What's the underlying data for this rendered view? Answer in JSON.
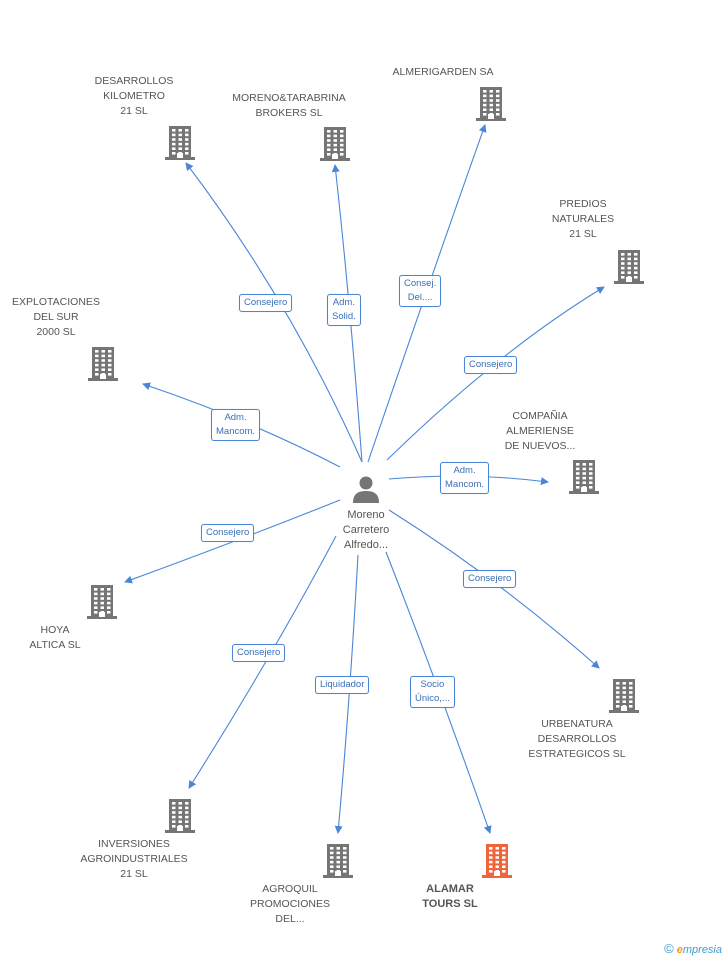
{
  "person": {
    "name": "Moreno\nCarretero\nAlfredo...",
    "icon": "person-icon"
  },
  "companies": [
    {
      "id": "desarrollos-kilometro",
      "label": "DESARROLLOS\nKILOMETRO\n21 SL",
      "highlight": false
    },
    {
      "id": "moreno-tarabrina",
      "label": "MORENO&TARABRINA\nBROKERS SL",
      "highlight": false
    },
    {
      "id": "almerigarden",
      "label": "ALMERIGARDEN SA",
      "highlight": false
    },
    {
      "id": "predios-naturales",
      "label": "PREDIOS\nNATURALES\n21 SL",
      "highlight": false
    },
    {
      "id": "explotaciones-del-sur",
      "label": "EXPLOTACIONES\nDEL SUR\n2000 SL",
      "highlight": false
    },
    {
      "id": "compania-almeriense",
      "label": "COMPAÑIA\nALMERIENSE\nDE NUEVOS...",
      "highlight": false
    },
    {
      "id": "hoya-altica",
      "label": "HOYA\nALTICA SL",
      "highlight": false
    },
    {
      "id": "urbenatura",
      "label": "URBENATURA\nDESARROLLOS\nESTRATEGICOS SL",
      "highlight": false
    },
    {
      "id": "inversiones-agroindustriales",
      "label": "INVERSIONES\nAGROINDUSTRIALES\n21 SL",
      "highlight": false
    },
    {
      "id": "agroquil",
      "label": "AGROQUIL\nPROMOCIONES\nDEL...",
      "highlight": false
    },
    {
      "id": "alamar-tours",
      "label": "ALAMAR\nTOURS SL",
      "highlight": true
    }
  ],
  "relations": [
    {
      "to": "desarrollos-kilometro",
      "label": "Consejero"
    },
    {
      "to": "moreno-tarabrina",
      "label": "Adm.\nSolid."
    },
    {
      "to": "almerigarden",
      "label": "Consej.\nDel...."
    },
    {
      "to": "predios-naturales",
      "label": "Consejero"
    },
    {
      "to": "explotaciones-del-sur",
      "label": "Adm.\nMancom."
    },
    {
      "to": "compania-almeriense",
      "label": "Adm.\nMancom."
    },
    {
      "to": "hoya-altica",
      "label": "Consejero"
    },
    {
      "to": "urbenatura",
      "label": "Consejero"
    },
    {
      "to": "inversiones-agroindustriales",
      "label": "Consejero"
    },
    {
      "to": "agroquil",
      "label": "Liquidador"
    },
    {
      "to": "alamar-tours",
      "label": "Socio\nÚnico,..."
    }
  ],
  "colors": {
    "edge": "#4a86d8",
    "building": "#757575",
    "building_highlight": "#f0643c",
    "person": "#757575"
  },
  "brand": {
    "copyright": "©",
    "name": "mpresia",
    "initial": "e"
  }
}
